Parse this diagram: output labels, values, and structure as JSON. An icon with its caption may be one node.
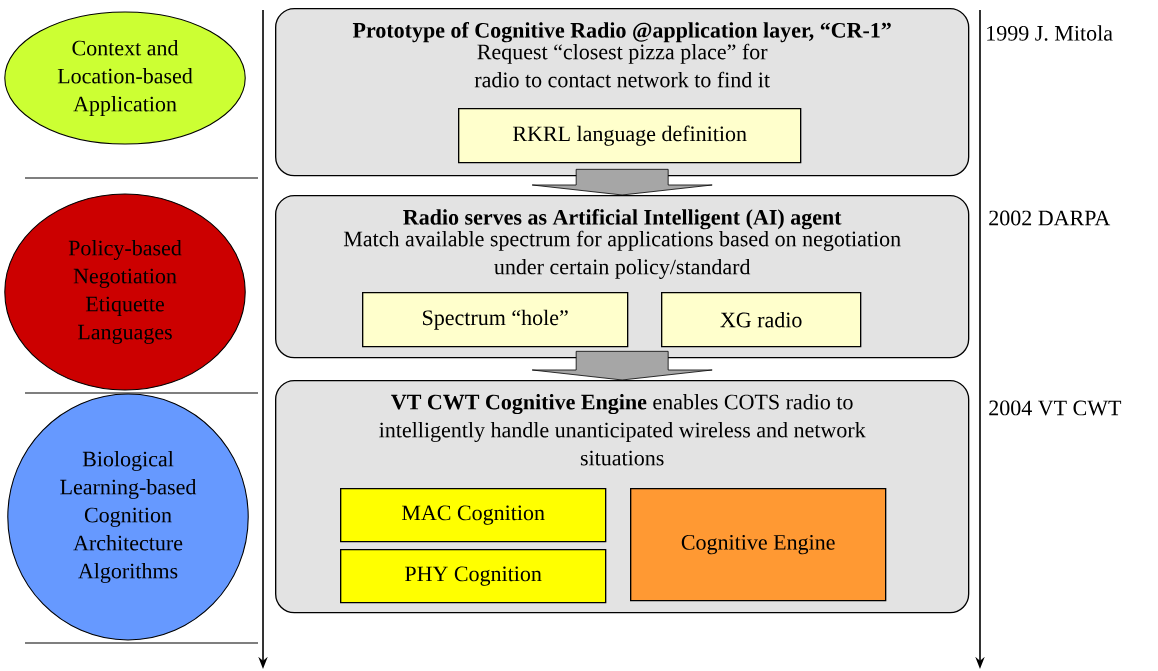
{
  "diagram": {
    "nodes": [
      {
        "text": [
          "Context and Location-based Application"
        ]
      },
      {
        "text": [
          "Policy-based Negotiation Etiquette Languages"
        ]
      },
      {
        "text": [
          "Biological Learning-based Cognition Architecture Algorithms"
        ]
      },
      {
        "text": [
          "Prototype of Cognitive Radio @application layer, “CR-1”",
          "Request “closest pizza place” for radio to contact network to find it"
        ],
        "beside": [
          "1999 J. Mitola"
        ]
      },
      {
        "text": [
          "RKRL language definition"
        ],
        "in": 3
      },
      {
        "text": [
          "Radio serves as Artificial Intelligent (AI) agent",
          "Match available spectrum for applications based on negotiation under certain policy/standard"
        ],
        "beside": [
          "2002 DARPA"
        ]
      },
      {
        "text": [
          "Spectrum “hole”"
        ],
        "in": 5
      },
      {
        "text": [
          "XG radio"
        ],
        "in": 5
      },
      {
        "text": [
          "**VT CWT Cognitive Engine** enables COTS radio to intelligently handle unanticipated wireless and network situations"
        ],
        "beside": [
          "2004 VT CWT"
        ]
      },
      {
        "text": [
          "MAC Cognition"
        ],
        "in": 8
      },
      {
        "text": [
          "PHY Cognition"
        ],
        "in": 8
      },
      {
        "text": [
          "Cognitive Engine"
        ],
        "in": 8
      }
    ],
    "edges": [
      {
        "from": 3,
        "to": 5,
        "arrow": "to"
      },
      {
        "from": 5,
        "to": 8,
        "arrow": "to"
      }
    ]
  }
}
